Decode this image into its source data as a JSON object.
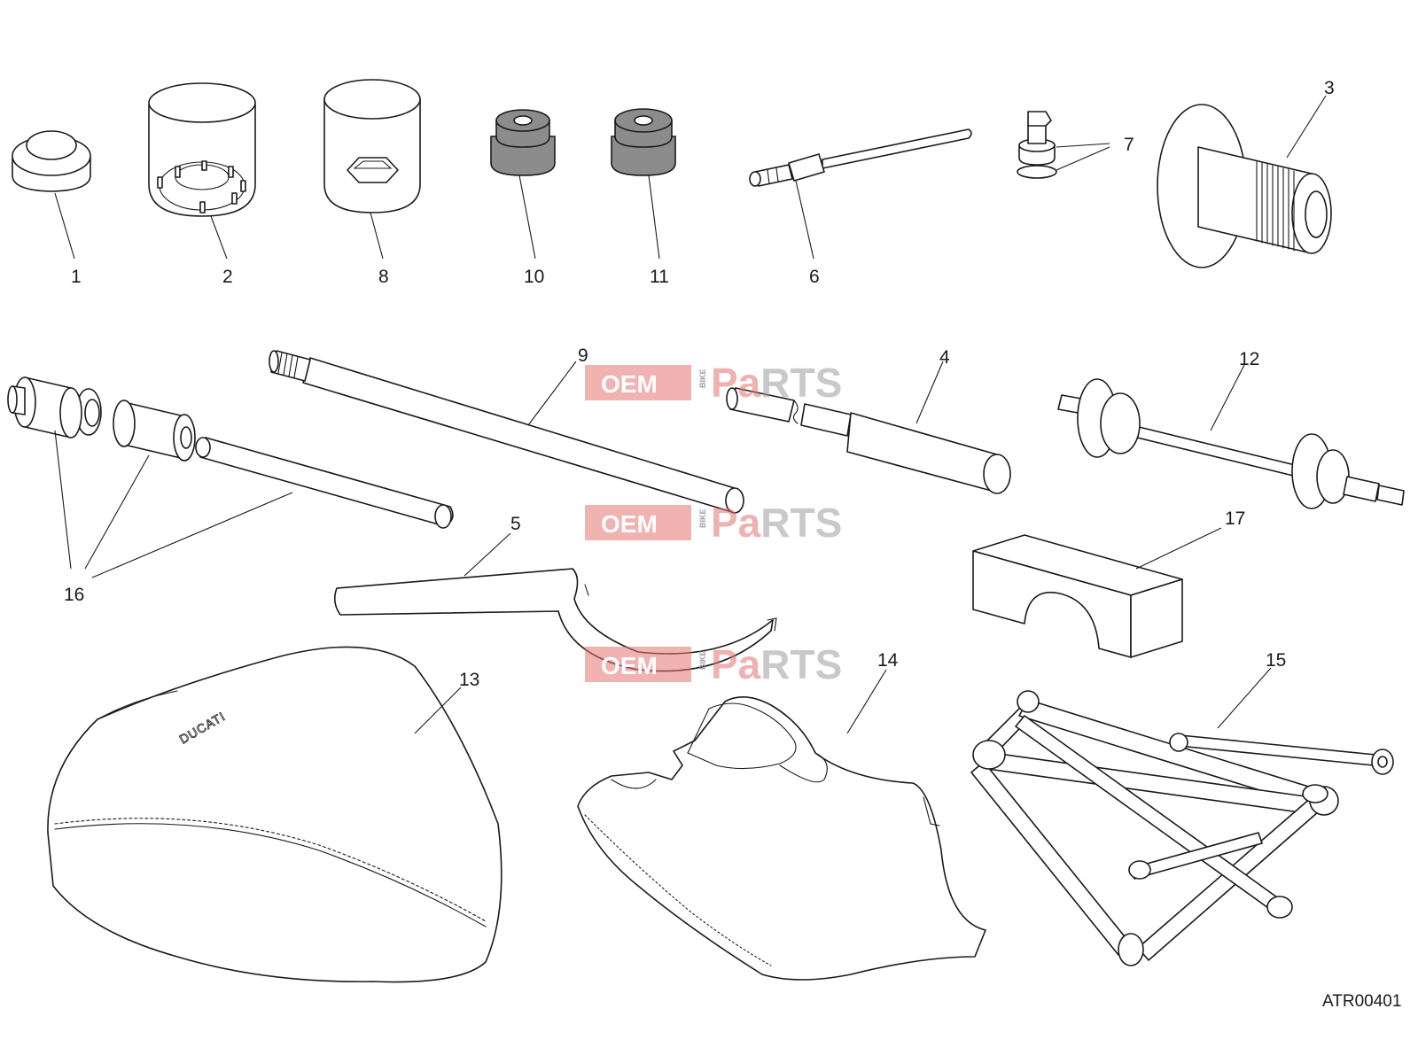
{
  "diagram": {
    "reference_code": "ATR00401",
    "callouts": [
      "1",
      "2",
      "8",
      "10",
      "11",
      "6",
      "7",
      "3",
      "9",
      "4",
      "12",
      "16",
      "5",
      "17",
      "13",
      "14",
      "15"
    ],
    "watermark": {
      "oem": "OEM",
      "bike": "BIKE",
      "pa": "Pa",
      "rts": "RTS"
    },
    "brand_on_seat": "DUCATI",
    "colors": {
      "line": "#1a1a1a",
      "rubber": "#8c8c8c",
      "watermark": "#e57373"
    }
  }
}
